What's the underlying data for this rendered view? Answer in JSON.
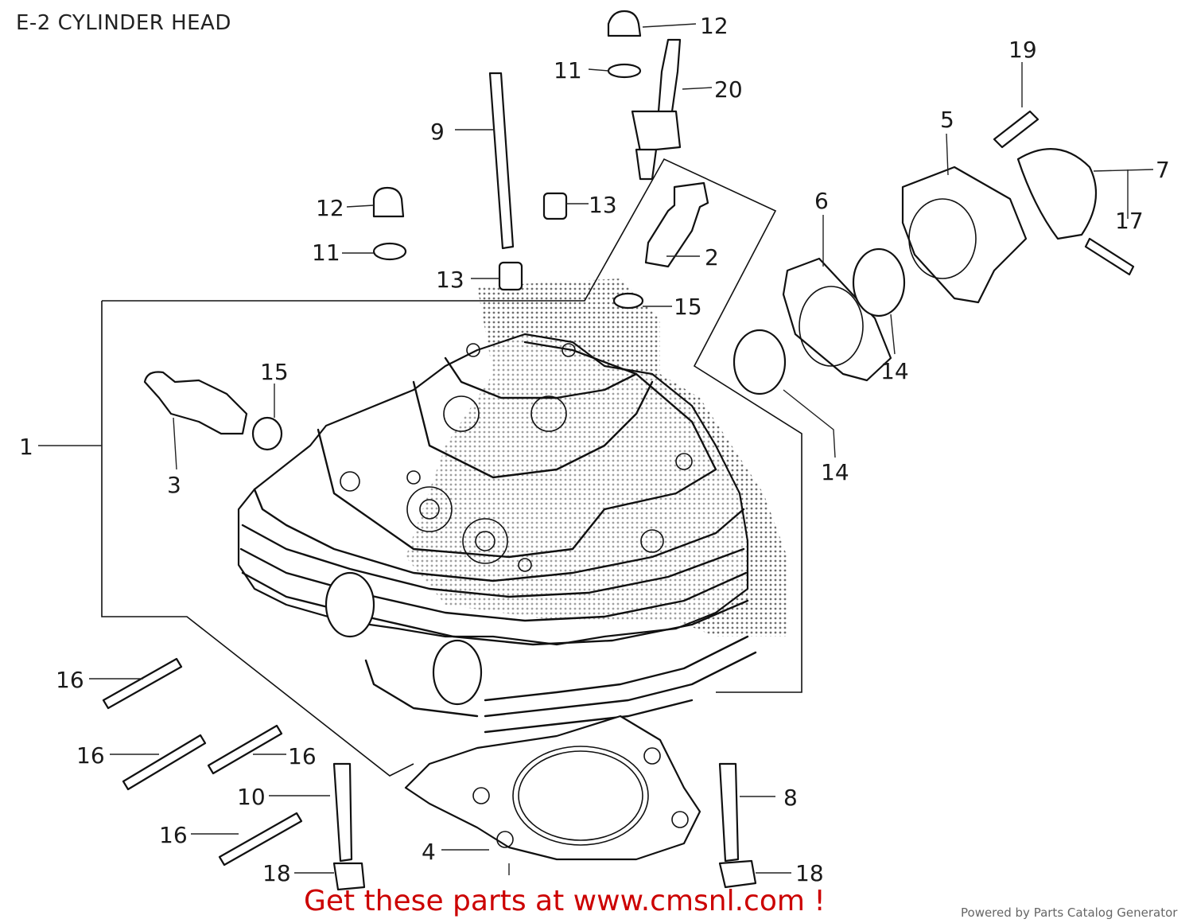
{
  "title": "E-2 CYLINDER HEAD",
  "promo_text": "Get these parts at www.cmsnl.com !",
  "powered_by": "Powered by Parts Catalog Generator",
  "colors": {
    "promo": "#cc0000",
    "line": "#111111",
    "background": "#ffffff"
  },
  "callouts": [
    "12",
    "11",
    "20",
    "9",
    "19",
    "5",
    "7",
    "17",
    "6",
    "12",
    "13",
    "11",
    "2",
    "13",
    "15",
    "14",
    "15",
    "1",
    "3",
    "14",
    "16",
    "16",
    "16",
    "10",
    "8",
    "16",
    "4",
    "18",
    "18"
  ]
}
